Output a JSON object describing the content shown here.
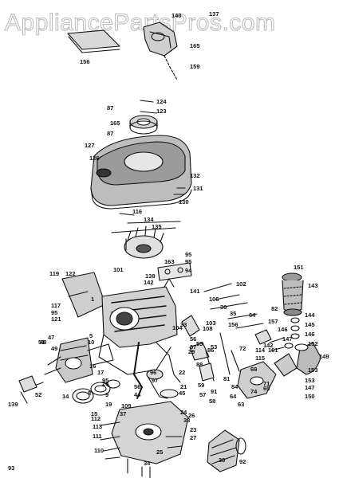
{
  "watermark": "AppliancePartsPros.com",
  "colors": {
    "ink": "#111111",
    "paper": "#ffffff",
    "watermark": "#b8b8b8"
  },
  "diagram": {
    "type": "exploded-parts-view",
    "part_labels": [
      "137",
      "140",
      "156",
      "165",
      "159",
      "87",
      "124",
      "123",
      "165",
      "87",
      "127",
      "126",
      "132",
      "131",
      "130",
      "116",
      "134",
      "135",
      "95",
      "95",
      "94",
      "101",
      "163",
      "138",
      "142",
      "119",
      "122",
      "102",
      "141",
      "151",
      "143",
      "117",
      "95",
      "121",
      "1",
      "106",
      "36",
      "35",
      "33",
      "104",
      "103",
      "108",
      "156",
      "64",
      "82",
      "157",
      "144",
      "145",
      "146",
      "146",
      "147",
      "152",
      "149",
      "153",
      "47",
      "5",
      "56",
      "55",
      "53",
      "29",
      "161",
      "142",
      "114",
      "115",
      "69",
      "65",
      "153",
      "147",
      "150",
      "51",
      "49",
      "52",
      "139",
      "48",
      "10",
      "16",
      "17",
      "95",
      "96",
      "97",
      "21",
      "22",
      "88",
      "87",
      "59",
      "57",
      "58",
      "91",
      "81",
      "84",
      "74",
      "71",
      "64",
      "63",
      "72",
      "86",
      "56",
      "44",
      "45",
      "28",
      "9",
      "8",
      "19",
      "14",
      "15",
      "112",
      "113",
      "111",
      "110",
      "109",
      "37",
      "38",
      "24",
      "23",
      "27",
      "26",
      "25",
      "34",
      "30",
      "92",
      "93"
    ]
  }
}
